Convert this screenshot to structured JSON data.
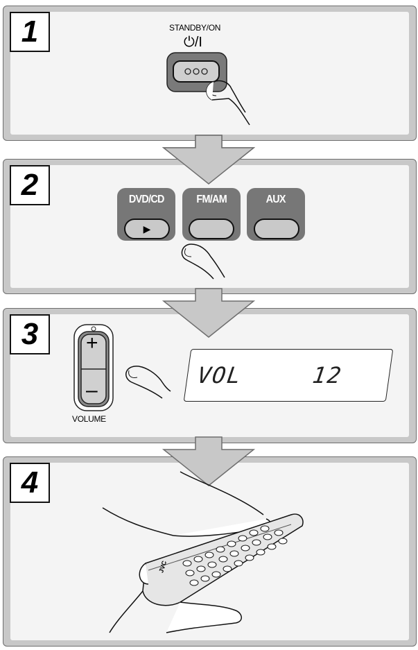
{
  "steps": [
    {
      "number": "1",
      "label": "STANDBY/ON",
      "symbol": "⏻/I"
    },
    {
      "number": "2",
      "buttons": [
        "DVD/CD",
        "FM/AM",
        "AUX"
      ],
      "play_symbol": "▶"
    },
    {
      "number": "3",
      "volume_label": "VOLUME",
      "plus": "+",
      "minus": "–",
      "display_left": "VOL",
      "display_right": "12"
    },
    {
      "number": "4",
      "remote_brand": "JVC"
    }
  ],
  "colors": {
    "panel": "#c8c8c8",
    "inner": "#f4f4f4",
    "button": "#777777",
    "pill": "#c9c9c9"
  }
}
